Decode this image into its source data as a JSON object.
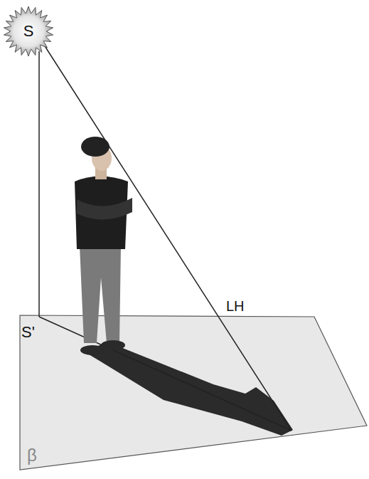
{
  "diagram": {
    "nodes": [
      {
        "text": [
          "S"
        ]
      }
    ],
    "labels": [
      "S'",
      "LH",
      "β"
    ]
  }
}
